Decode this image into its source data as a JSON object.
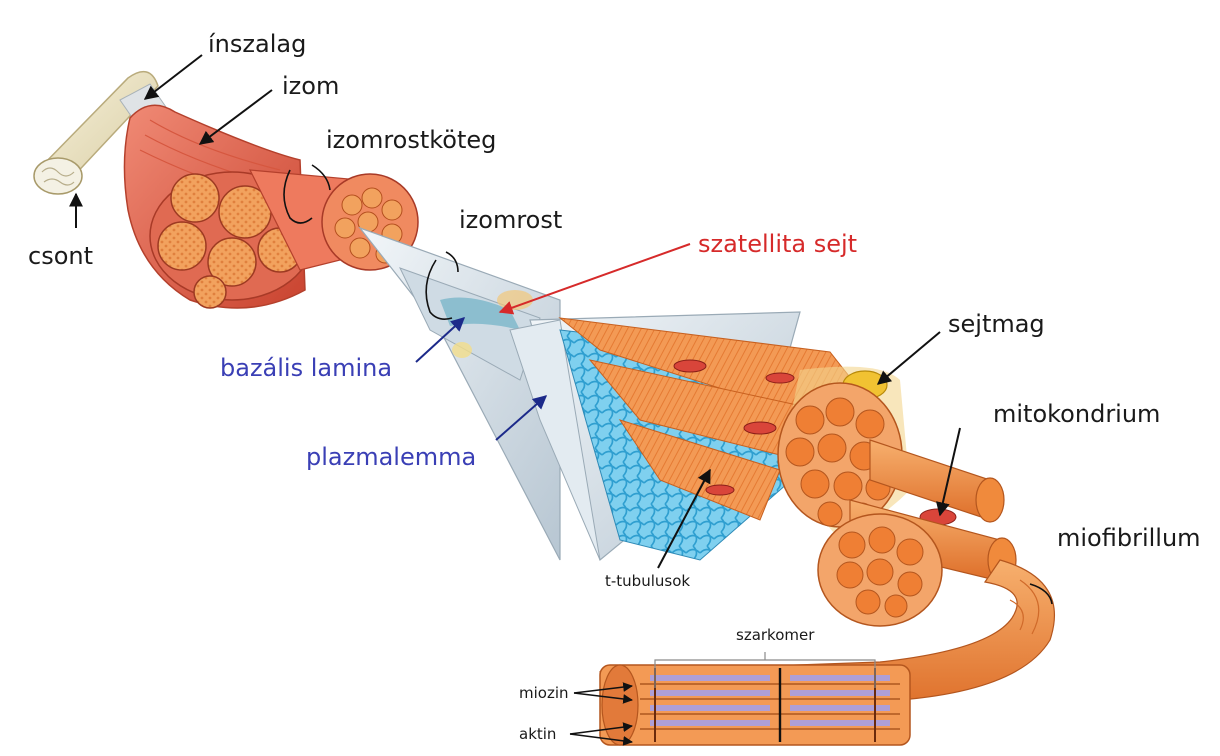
{
  "labels": {
    "inszalag": "ínszalag",
    "izom": "izom",
    "izomrostkoteg": "izomrostköteg",
    "csont": "csont",
    "izomrost": "izomrost",
    "szatellita_sejt": "szatellita sejt",
    "bazalis_lamina": "bazális lamina",
    "plazmalemma": "plazmalemma",
    "sejtmag": "sejtmag",
    "mitokondrium": "mitokondrium",
    "miofibrillum": "miofibrillum",
    "t_tubulusok": "t-tubulusok",
    "szarkomer": "szarkomer",
    "miozin": "miozin",
    "aktin": "aktin"
  },
  "colors": {
    "label_default": "#1a1a1a",
    "label_red": "#d62a2a",
    "label_blue": "#3a3fb5",
    "muscle": "#e8674d",
    "fiber_orange": "#f08a3c",
    "tubule_blue": "#5bbde6",
    "sheath": "#dfe8ef",
    "bone": "#efe6c8"
  }
}
